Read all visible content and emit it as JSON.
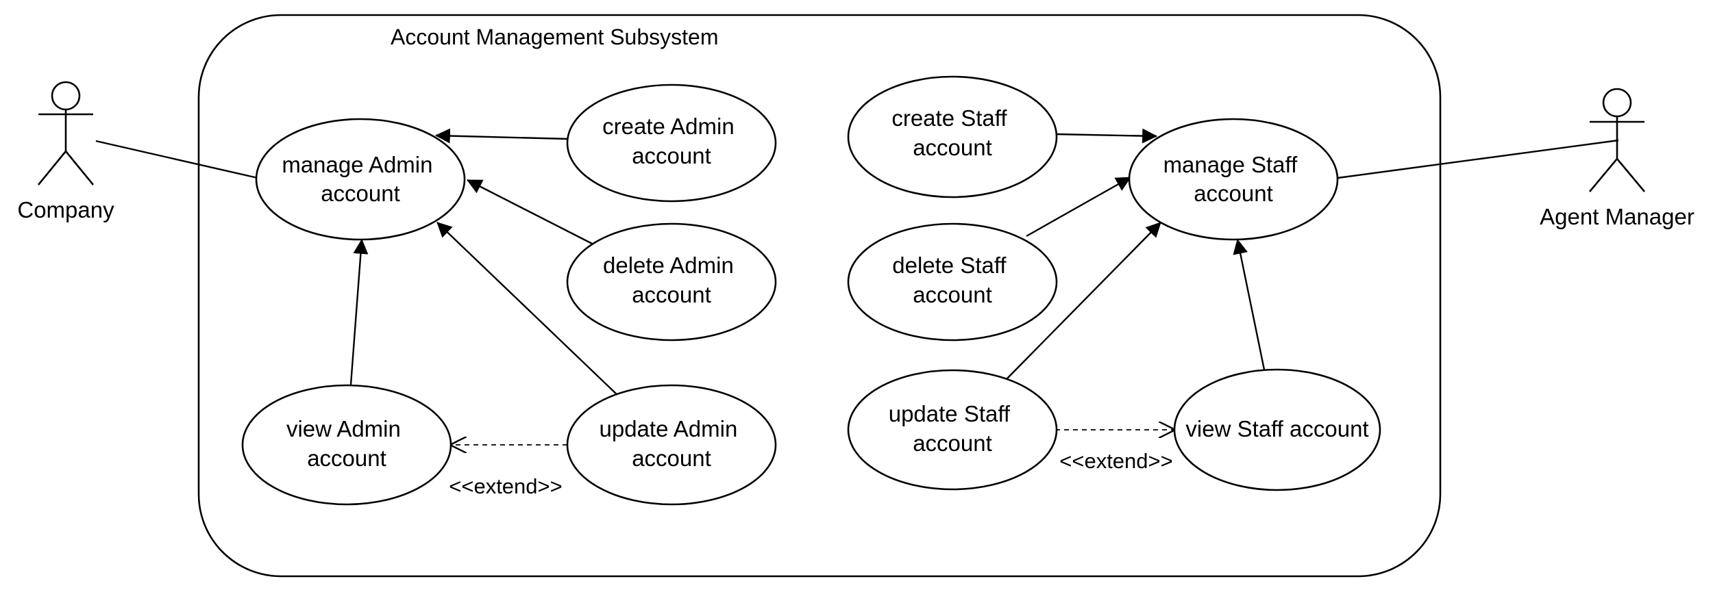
{
  "diagram": {
    "system_name": "Account Management Subsystem",
    "actors": {
      "company": "Company",
      "agent_manager": "Agent Manager"
    },
    "use_cases": {
      "manage_admin": [
        "manage Admin",
        "account"
      ],
      "create_admin": [
        "create Admin",
        "account"
      ],
      "delete_admin": [
        "delete Admin",
        "account"
      ],
      "view_admin": [
        "view Admin",
        "account"
      ],
      "update_admin": [
        "update Admin",
        "account"
      ],
      "create_staff": [
        "create Staff",
        "account"
      ],
      "manage_staff": [
        "manage Staff",
        "account"
      ],
      "delete_staff": [
        "delete Staff",
        "account"
      ],
      "update_staff": [
        "update Staff",
        "account"
      ],
      "view_staff": [
        "view Staff account"
      ]
    },
    "extend_label": "<<extend>>"
  }
}
